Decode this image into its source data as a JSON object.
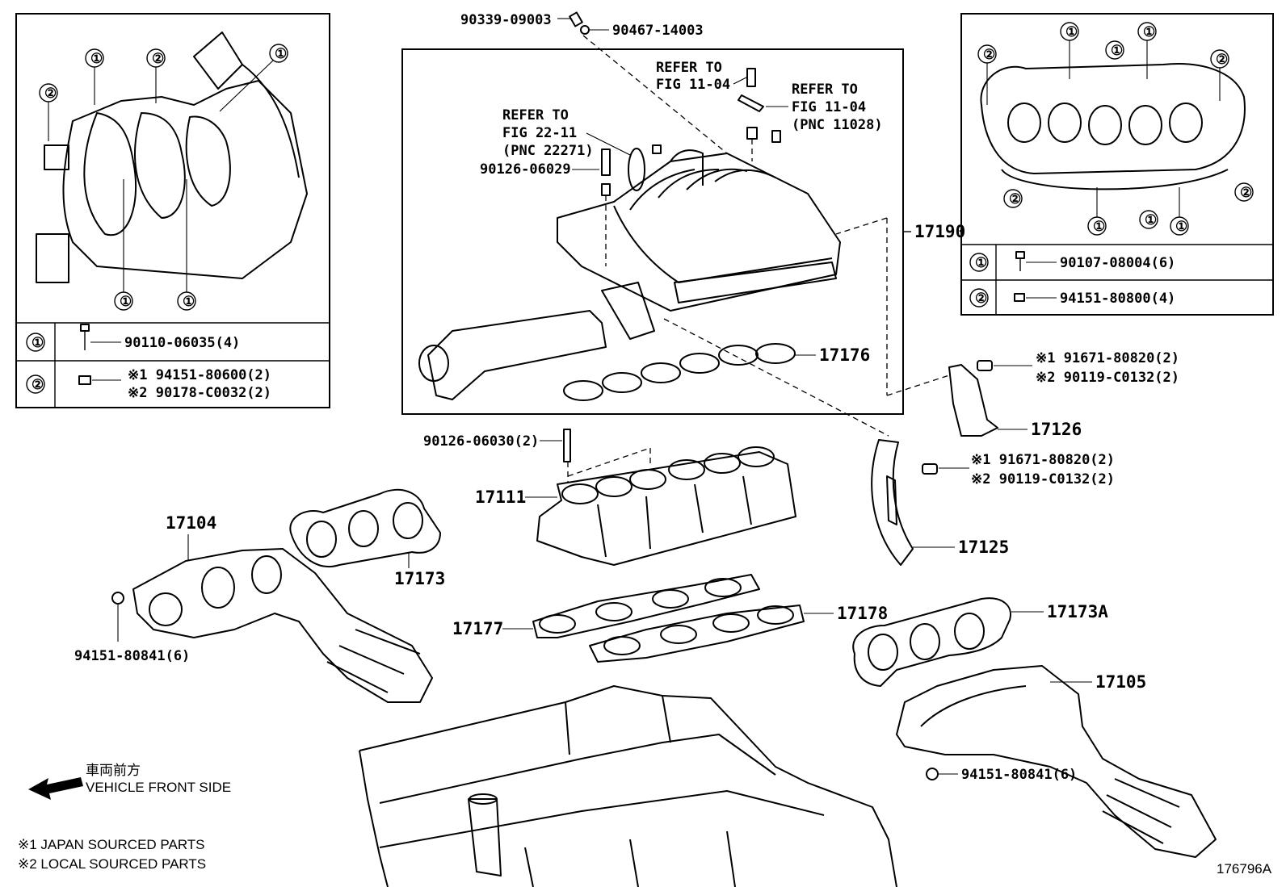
{
  "callouts": {
    "top_left_bolt": "90339-09003",
    "top_washer": "90467-14003",
    "stud_a": "90126-06029",
    "stud_b": "90126-06030(2)",
    "refer_a": [
      "REFER TO",
      "FIG 11-04"
    ],
    "refer_b": [
      "REFER TO",
      "FIG 11-04",
      "(PNC 11028)"
    ],
    "refer_c": [
      "REFER TO",
      "FIG 22-11",
      "(PNC 22271)"
    ],
    "p17190": "17190",
    "p17176": "17176",
    "p17126": "17126",
    "p17125": "17125",
    "p17111": "17111",
    "p17104": "17104",
    "p17173": "17173",
    "p17177": "17177",
    "p17178": "17178",
    "p17173A": "17173A",
    "p17105": "17105",
    "nut_left": "94151-80841(6)",
    "nut_right": "94151-80841(6)",
    "bolt_17126": [
      "※1 91671-80820(2)",
      "※2 90119-C0132(2)"
    ],
    "bolt_17125": [
      "※1 91671-80820(2)",
      "※2 90119-C0132(2)"
    ]
  },
  "legend_left": {
    "row1_num": "①",
    "row1_part": "90110-06035(4)",
    "row2_num": "②",
    "row2_parts": [
      "※1 94151-80600(2)",
      "※2 90178-C0032(2)"
    ]
  },
  "legend_right": {
    "row1_num": "①",
    "row1_part": "90107-08004(6)",
    "row2_num": "②",
    "row2_part": "94151-80800(4)"
  },
  "markers": {
    "one": "①",
    "two": "②"
  },
  "direction": {
    "jp": "車両前方",
    "en": "VEHICLE FRONT SIDE"
  },
  "footnotes": [
    "※1 JAPAN SOURCED PARTS",
    "※2 LOCAL SOURCED PARTS"
  ],
  "figure_id": "176796A"
}
